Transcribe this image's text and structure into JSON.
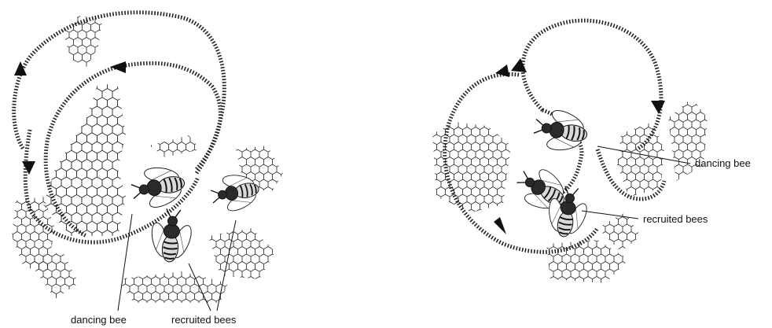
{
  "left_panel": {
    "label_dancing": "dancing bee",
    "label_recruited": "recruited bees"
  },
  "right_panel": {
    "label_dancing": "dancing bee",
    "label_recruited": "recruited bees"
  },
  "colors": {
    "ink": "#111111",
    "paper": "#ffffff"
  },
  "icons": [
    "honeycomb-cluster",
    "bee",
    "dotted-dance-path",
    "arrowhead"
  ]
}
